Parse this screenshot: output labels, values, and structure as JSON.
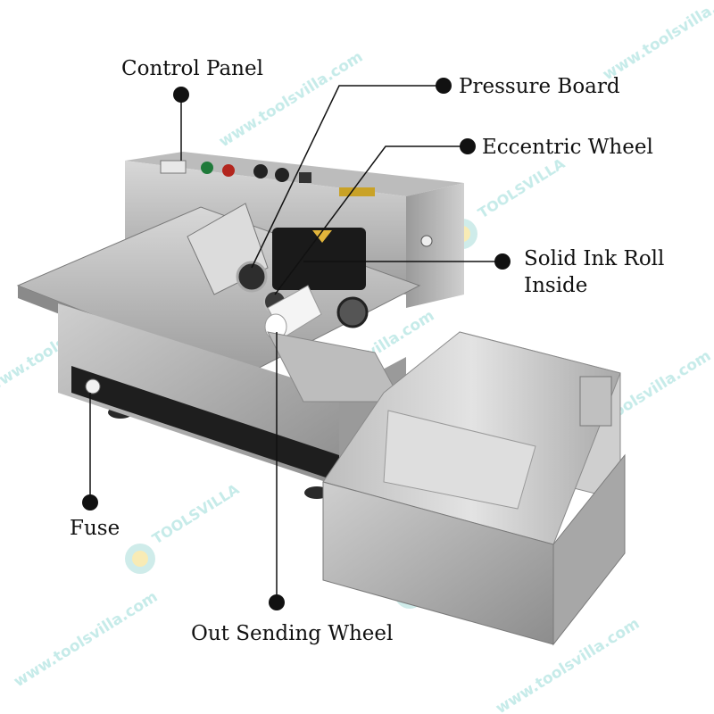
{
  "labels": {
    "control_panel": "Control Panel",
    "pressure_board": "Pressure Board",
    "eccentric_wheel": "Eccentric Wheel",
    "solid_ink_roll_line1": "Solid Ink Roll",
    "solid_ink_roll_line2": "Inside",
    "fuse": "Fuse",
    "out_sending_wheel": "Out Sending Wheel"
  },
  "watermark": {
    "url": "www.toolsvilla.com",
    "brand": "TOOLSVILLA",
    "color": "#7fd3cf"
  },
  "colors": {
    "steel_light": "#c9c9c9",
    "steel_mid": "#a3a3a3",
    "steel_dark": "#6f6f6f",
    "ink_head": "#1a1a1a",
    "callout": "#111111"
  }
}
